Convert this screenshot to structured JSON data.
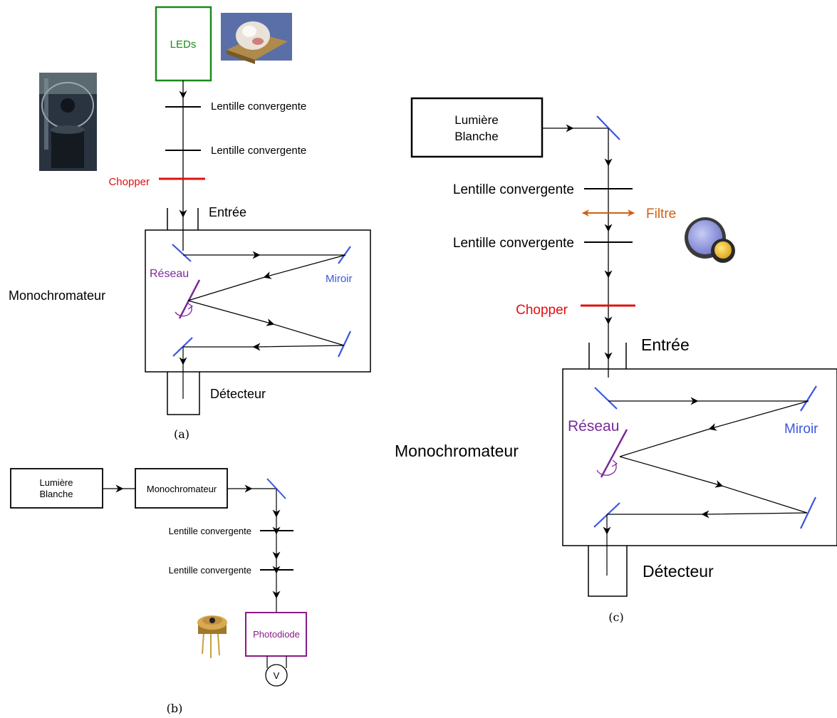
{
  "panel_a": {
    "caption": "(a)",
    "source_label": "LEDs",
    "lens_label_1": "Lentille convergente",
    "lens_label_2": "Lentille convergente",
    "chopper_label": "Chopper",
    "entrance_label": "Entrée",
    "monochromator_label": "Monochromateur",
    "grating_label": "Réseau",
    "mirror_label": "Miroir",
    "detector_label": "Détecteur"
  },
  "panel_b": {
    "caption": "(b)",
    "source_label_line1": "Lumière",
    "source_label_line2": "Blanche",
    "monochromator_label": "Monochromateur",
    "lens_label_1": "Lentille convergente",
    "lens_label_2": "Lentille convergente",
    "detector_label": "Photodiode",
    "voltmeter_label": "V"
  },
  "panel_c": {
    "caption": "(c)",
    "source_label_line1": "Lumière",
    "source_label_line2": "Blanche",
    "lens_label_1": "Lentille convergente",
    "filter_label": "Filtre",
    "lens_label_2": "Lentille convergente",
    "chopper_label": "Chopper",
    "entrance_label": "Entrée",
    "monochromator_label": "Monochromateur",
    "grating_label": "Réseau",
    "mirror_label": "Miroir",
    "detector_label": "Détecteur"
  },
  "colors": {
    "line": "#000000",
    "led_green": "#1a8a1a",
    "chopper_red": "#e01010",
    "optic_blue": "#3a56e0",
    "grating_purple": "#7a2a9a",
    "filter_orange": "#d06010",
    "photodiode_purple": "#8a1a8a"
  }
}
